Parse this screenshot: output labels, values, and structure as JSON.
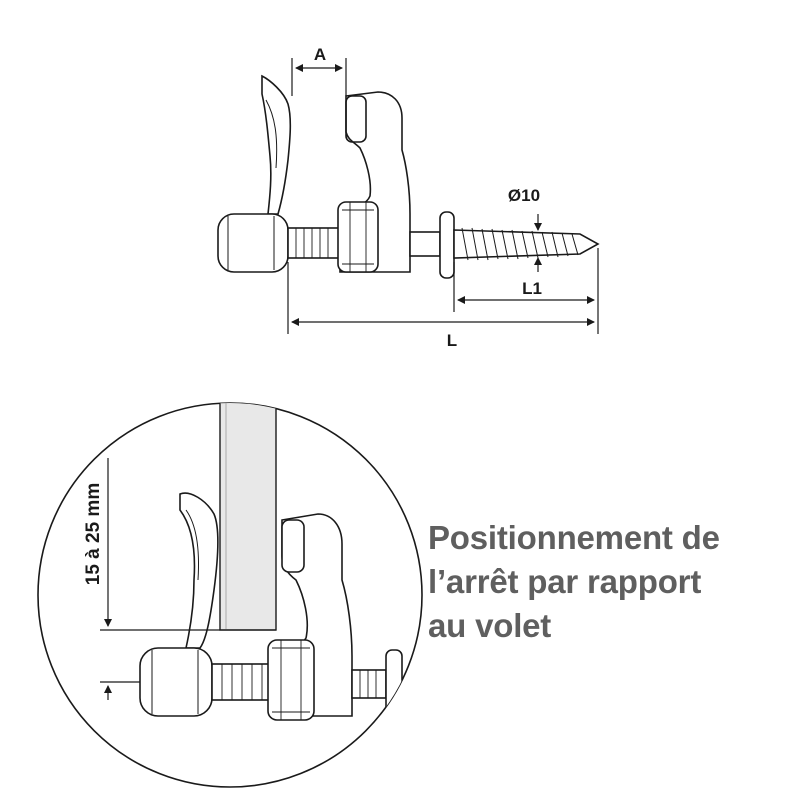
{
  "dimensions": {
    "a": "A",
    "diameter": "Ø10",
    "l1": "L1",
    "l": "L",
    "height_range": "15 à 25 mm"
  },
  "caption": {
    "line1": "Positionnement de",
    "line2": "l’arrêt par rapport",
    "line3": "au volet"
  },
  "colors": {
    "line": "#1a1a1a",
    "caption": "#5f5f5f",
    "shutter_fill": "#e8e8e8"
  }
}
